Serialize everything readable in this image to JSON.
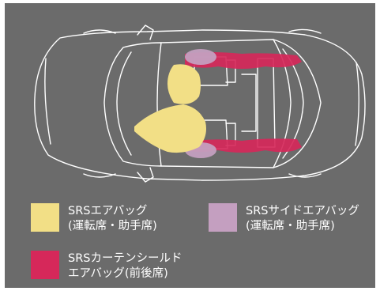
{
  "colors": {
    "background": "#6b6b6b",
    "front_airbag": "#f2df86",
    "side_airbag": "#c49fc0",
    "curtain_airbag": "#d6285a",
    "outline": "#ffffff"
  },
  "legend": [
    {
      "line1": "SRSエアバッグ",
      "line2": "(運転席・助手席)",
      "color_key": "front_airbag"
    },
    {
      "line1": "SRSサイドエアバッグ",
      "line2": "(運転席・助手席)",
      "color_key": "side_airbag"
    },
    {
      "line1": "SRSカーテンシールド",
      "line2": "エアバッグ(前後席)",
      "color_key": "curtain_airbag"
    }
  ]
}
